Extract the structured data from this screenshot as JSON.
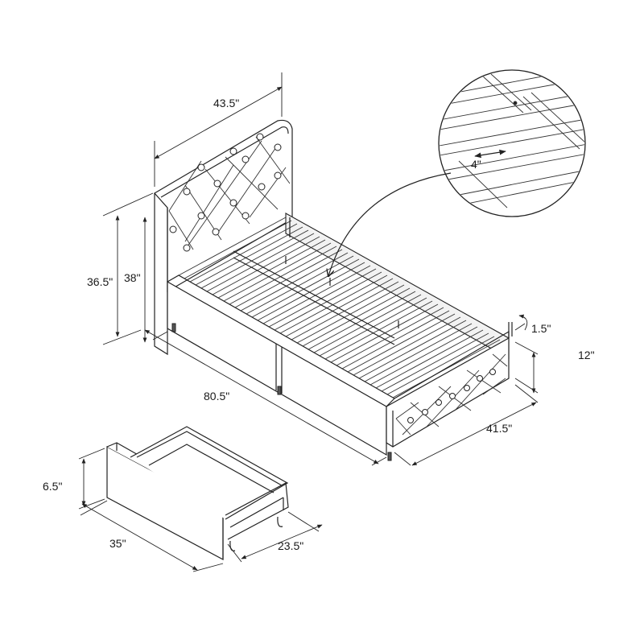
{
  "dimensions": {
    "headboard_width": "43.5\"",
    "headboard_height_total": "38\"",
    "headboard_height_inner": "36.5\"",
    "bed_length": "80.5\"",
    "bed_width": "41.5\"",
    "footboard_height": "12\"",
    "side_rail_thickness": "1.5\"",
    "slat_spacing": "4\"",
    "drawer_height": "6.5\"",
    "drawer_length": "35\"",
    "drawer_depth": "23.5\""
  },
  "colors": {
    "line": "#222222",
    "background": "#ffffff"
  }
}
